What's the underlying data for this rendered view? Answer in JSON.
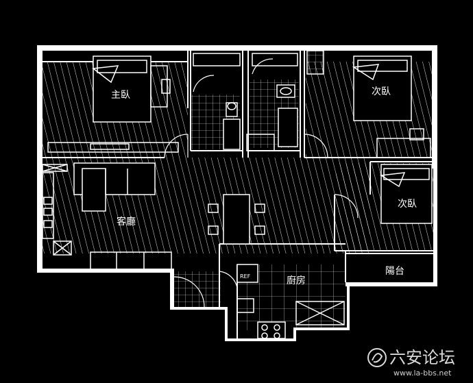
{
  "plan": {
    "rooms": {
      "master_bedroom": "主臥",
      "bedroom_top": "次臥",
      "bedroom_right": "次臥",
      "living_room": "客廳",
      "kitchen": "廚房",
      "balcony": "陽台"
    },
    "appliance": {
      "fridge": "REF"
    }
  },
  "watermark": {
    "brand": "六安论坛",
    "url": "www.la-bbs.net"
  },
  "colors": {
    "background": "#000000",
    "line": "#ffffff"
  }
}
